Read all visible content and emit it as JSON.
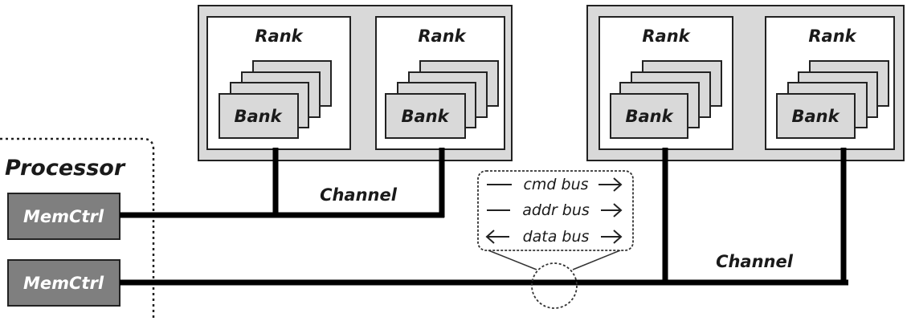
{
  "diagram": {
    "processor": {
      "label": "Processor"
    },
    "memory_controllers": [
      {
        "label": "MemCtrl"
      },
      {
        "label": "MemCtrl"
      }
    ],
    "modules": [
      {
        "ranks": [
          {
            "label": "Rank",
            "bank_label": "Bank"
          },
          {
            "label": "Rank",
            "bank_label": "Bank"
          }
        ]
      },
      {
        "ranks": [
          {
            "label": "Rank",
            "bank_label": "Bank"
          },
          {
            "label": "Rank",
            "bank_label": "Bank"
          }
        ]
      }
    ],
    "channels": [
      {
        "label": "Channel"
      },
      {
        "label": "Channel"
      }
    ],
    "bus_callout": {
      "lines": [
        {
          "label": "cmd bus",
          "direction": "right"
        },
        {
          "label": "addr bus",
          "direction": "right"
        },
        {
          "label": "data bus",
          "direction": "bidirectional"
        }
      ]
    },
    "colors": {
      "module_fill": "#d9d9d9",
      "rank_fill": "#ffffff",
      "bank_fill": "#d9d9d9",
      "memctrl_fill": "#7f7f7f",
      "line": "#000000"
    }
  }
}
